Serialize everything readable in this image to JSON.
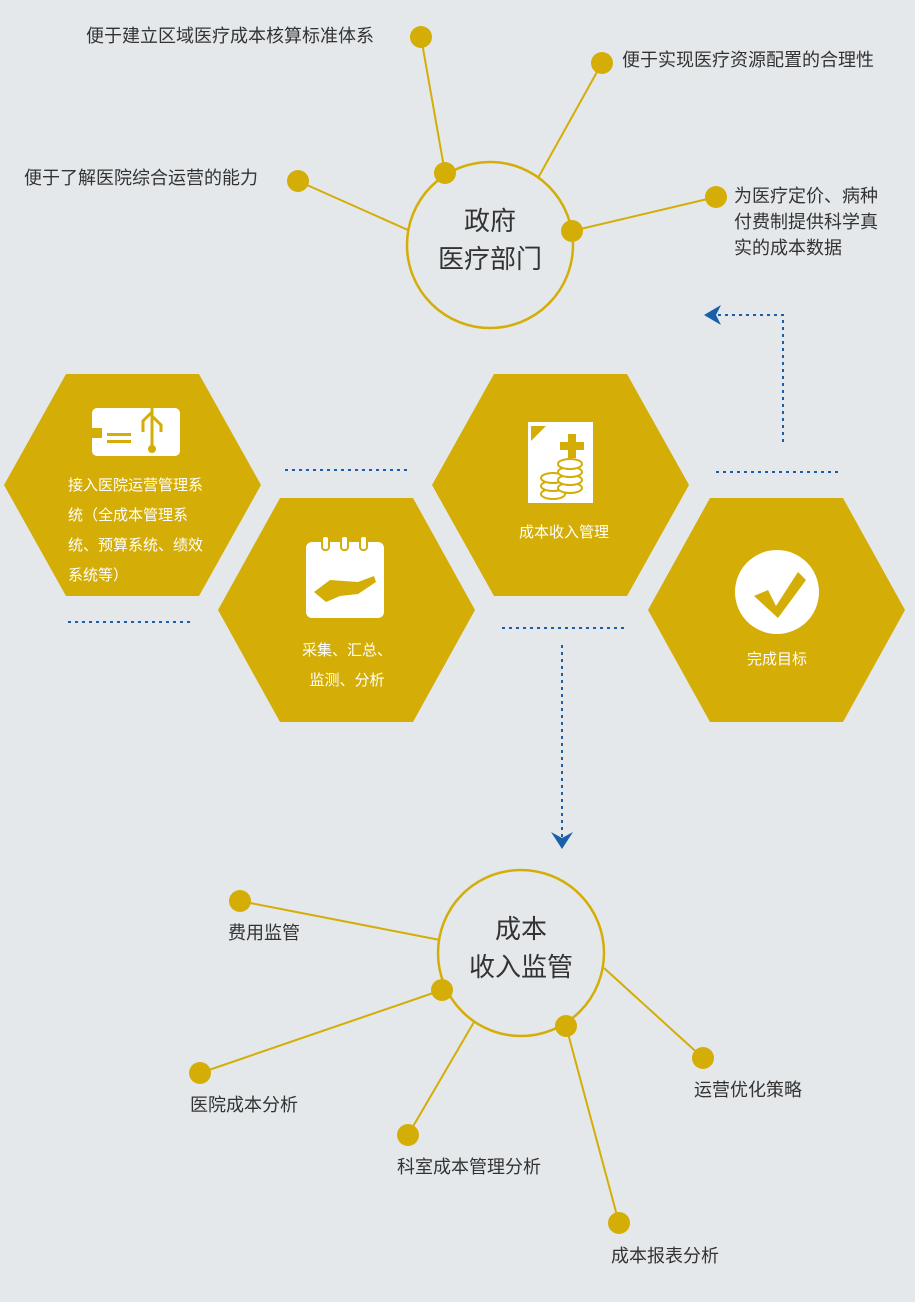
{
  "gov_hub": {
    "title_line1": "政府",
    "title_line2": "医疗部门",
    "spokes": [
      "便于建立区域医疗成本核算标准体系",
      "便于实现医疗资源配置的合理性",
      "便于了解医院综合运营的能力",
      "为医疗定价、病种付费制提供科学真实的成本数据"
    ]
  },
  "process": [
    {
      "label": "接入医院运营管理系统（全成本管理系统、预算系统、绩效系统等）",
      "icon": "usb-card-icon"
    },
    {
      "label_line1": "采集、汇总、",
      "label_line2": "监测、分析",
      "icon": "calendar-hand-icon"
    },
    {
      "label": "成本收入管理",
      "icon": "document-coins-icon"
    },
    {
      "label": "完成目标",
      "icon": "checkmark-circle-icon"
    }
  ],
  "cost_hub": {
    "title_line1": "成本",
    "title_line2": "收入监管",
    "spokes": [
      "费用监管",
      "医院成本分析",
      "科室成本管理分析",
      "成本报表分析",
      "运营优化策略"
    ]
  },
  "colors": {
    "gold": "#d4ad06",
    "background": "#e4e8eb",
    "arrow_blue": "#1a5fa8",
    "text": "#333333"
  }
}
